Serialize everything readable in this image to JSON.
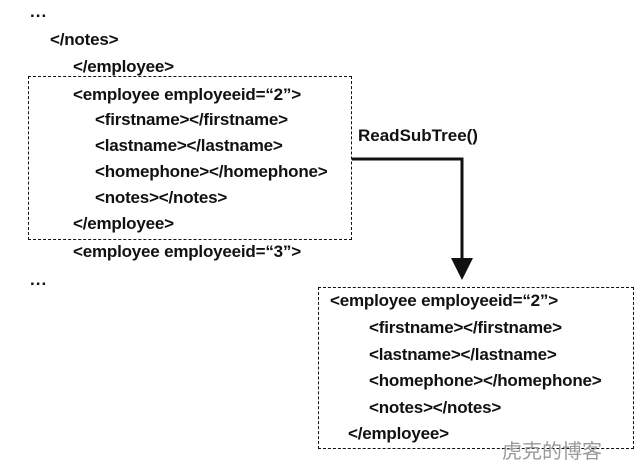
{
  "source": {
    "ellipsis_top": "...",
    "lines": [
      "</notes>",
      "</employee>",
      "<employee employeeid=“2”>",
      "<firstname></firstname>",
      "<lastname></lastname>",
      "<homephone></homephone>",
      "<notes></notes>",
      "</employee>",
      "<employee employeeid=“3”>"
    ],
    "ellipsis_bottom": "..."
  },
  "method_label": "ReadSubTree()",
  "result": {
    "lines": [
      "<employee employeeid=“2”>",
      "<firstname></firstname>",
      "<lastname></lastname>",
      "<homephone></homephone>",
      "<notes></notes>",
      "</employee>"
    ]
  },
  "watermark": "虎克的博客"
}
